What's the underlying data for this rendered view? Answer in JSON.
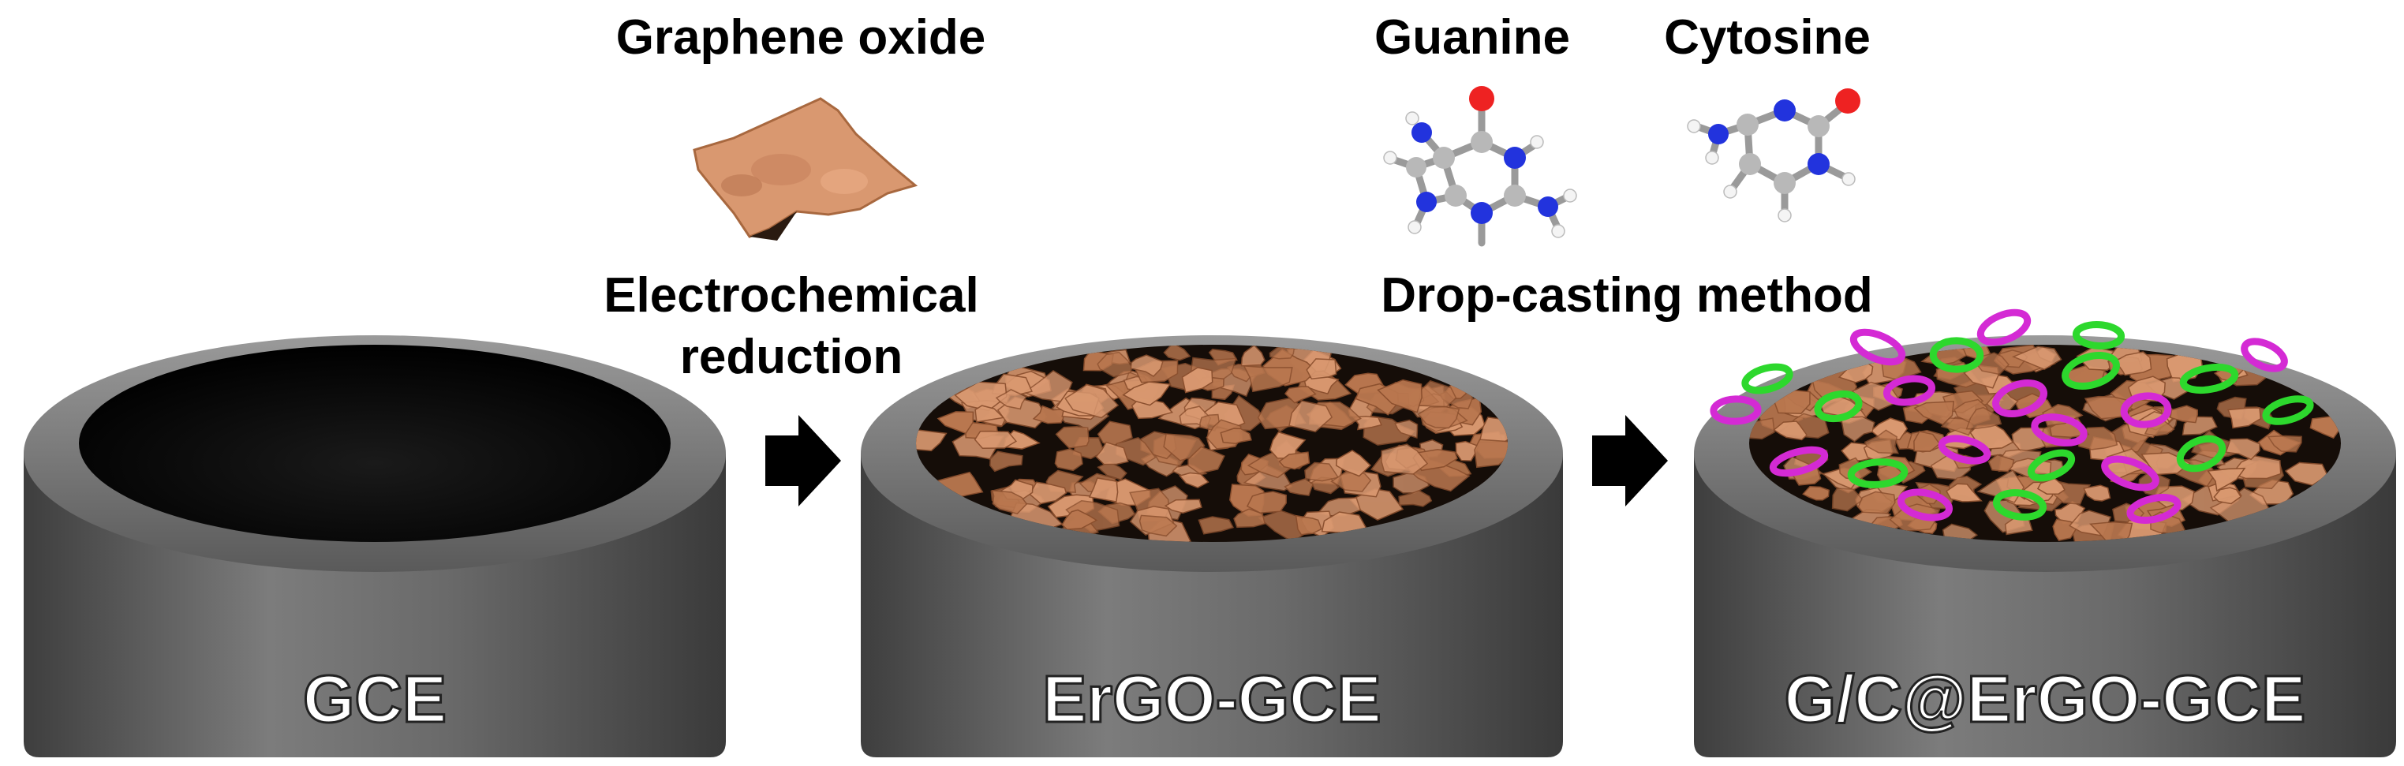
{
  "labels": {
    "graphene_oxide": "Graphene oxide",
    "step1_line1": "Electrochemical",
    "step1_line2": "reduction",
    "guanine": "Guanine",
    "cytosine": "Cytosine",
    "step2": "Drop-casting method",
    "electrode1": "GCE",
    "electrode2": "ErGO-GCE",
    "electrode3": "G/C@ErGO-GCE"
  },
  "colors": {
    "graphene": "#d99870",
    "graphene_dark": "#8a4f2e",
    "electrode_body": "#6e6e6e",
    "electrode_rim": "#8a8a8a",
    "electrode_well": "#0c0c0c",
    "guanine_ring": "#2dd82d",
    "cytosine_ring": "#d42ad4",
    "atom_carbon": "#b8b8b8",
    "atom_nitrogen": "#2233dd",
    "atom_oxygen": "#ee2222",
    "atom_hydrogen": "#f4f4f4",
    "arrow": "#000000"
  }
}
